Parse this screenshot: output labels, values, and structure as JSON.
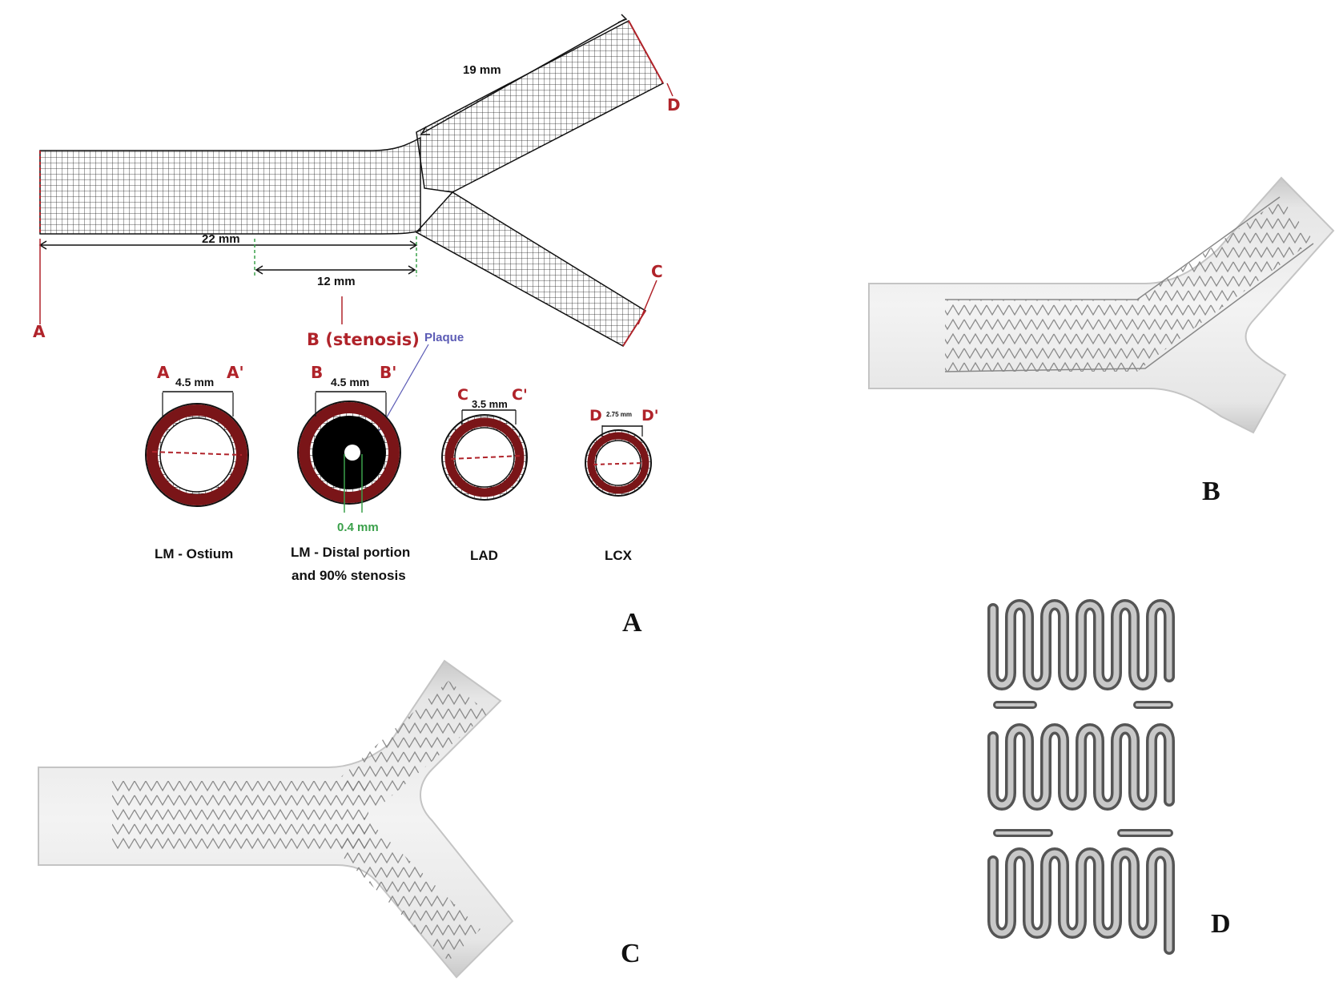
{
  "panel_labels": {
    "a": "A",
    "b": "B",
    "c": "C",
    "d": "D"
  },
  "geometry_panel": {
    "dimensions": {
      "branch_length": "19 mm",
      "lm_length": "22 mm",
      "stenosis_length": "12 mm"
    },
    "points": {
      "a": "A",
      "b": "B (stenosis)",
      "c": "C",
      "d": "D"
    },
    "plaque_label": "Plaque"
  },
  "cross_sections": [
    {
      "left": "A",
      "right": "A'",
      "diameter": "4.5 mm",
      "caption": "LM - Ostium",
      "caption2": ""
    },
    {
      "left": "B",
      "right": "B'",
      "diameter": "4.5 mm",
      "caption": "LM - Distal portion",
      "caption2": "and 90% stenosis",
      "lumen": "0.4 mm"
    },
    {
      "left": "C",
      "right": "C'",
      "diameter": "3.5 mm",
      "caption": "LAD",
      "caption2": ""
    },
    {
      "left": "D",
      "right": "D'",
      "diameter": "2.75 mm",
      "caption": "LCX",
      "caption2": ""
    }
  ],
  "colors": {
    "wall": "#7a1518",
    "dim_red": "#b0232a",
    "mesh": "#222222",
    "vessel": "#dcdcdc",
    "strut": "#777777",
    "lumen_green": "#3aa04a"
  }
}
